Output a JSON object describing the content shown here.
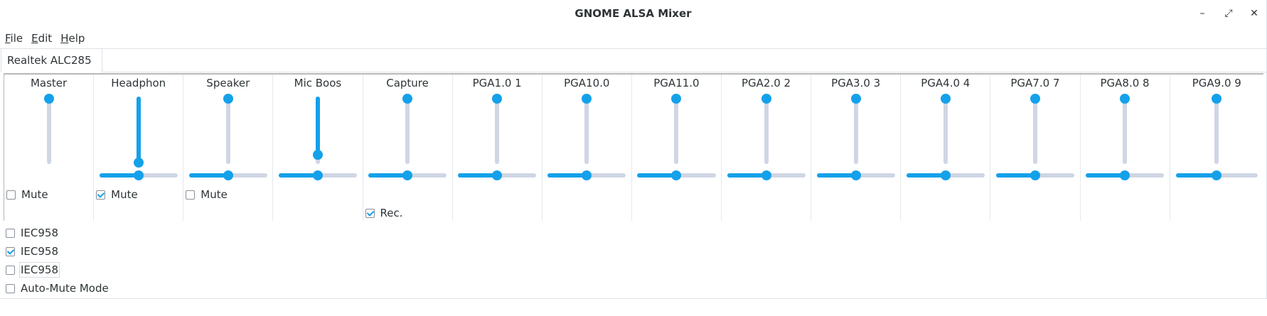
{
  "window": {
    "title": "GNOME ALSA Mixer",
    "minimize": "–",
    "maximize": "⤢",
    "close": "✕"
  },
  "menu": [
    {
      "label": "File",
      "mnemonic": "F",
      "rest": "ile"
    },
    {
      "label": "Edit",
      "mnemonic": "E",
      "rest": "dit"
    },
    {
      "label": "Help",
      "mnemonic": "H",
      "rest": "elp"
    }
  ],
  "tabs": [
    {
      "label": "Realtek ALC285",
      "active": true
    }
  ],
  "accent": "#14a1ea",
  "channels": [
    {
      "label": "Master",
      "volume_knob": 0.0,
      "balance": null,
      "check": {
        "label": "Mute",
        "checked": false
      }
    },
    {
      "label": "Headphon",
      "volume_knob": 1.0,
      "balance": 0.5,
      "check": {
        "label": "Mute",
        "checked": true
      }
    },
    {
      "label": "Speaker",
      "volume_knob": 0.0,
      "balance": 0.5,
      "check": {
        "label": "Mute",
        "checked": false
      }
    },
    {
      "label": "Mic Boos",
      "volume_knob": 0.88,
      "balance": 0.5,
      "check": null
    },
    {
      "label": "Capture",
      "volume_knob": 0.0,
      "balance": 0.5,
      "check": {
        "label": "Rec.",
        "checked": true,
        "row": 2
      }
    },
    {
      "label": "PGA1.0 1",
      "volume_knob": 0.0,
      "balance": 0.5,
      "check": null
    },
    {
      "label": "PGA10.0",
      "volume_knob": 0.0,
      "balance": 0.5,
      "check": null
    },
    {
      "label": "PGA11.0",
      "volume_knob": 0.0,
      "balance": 0.5,
      "check": null
    },
    {
      "label": "PGA2.0 2",
      "volume_knob": 0.0,
      "balance": 0.5,
      "check": null
    },
    {
      "label": "PGA3.0 3",
      "volume_knob": 0.0,
      "balance": 0.5,
      "check": null
    },
    {
      "label": "PGA4.0 4",
      "volume_knob": 0.0,
      "balance": 0.5,
      "check": null
    },
    {
      "label": "PGA7.0 7",
      "volume_knob": 0.0,
      "balance": 0.5,
      "check": null
    },
    {
      "label": "PGA8.0 8",
      "volume_knob": 0.0,
      "balance": 0.5,
      "check": null
    },
    {
      "label": "PGA9.0 9",
      "volume_knob": 0.0,
      "balance": 0.5,
      "check": null
    }
  ],
  "switches": [
    {
      "label": "IEC958",
      "checked": false
    },
    {
      "label": "IEC958",
      "checked": true
    },
    {
      "label": "IEC958",
      "checked": false,
      "focused": true
    },
    {
      "label": "Auto-Mute Mode",
      "checked": false
    }
  ]
}
